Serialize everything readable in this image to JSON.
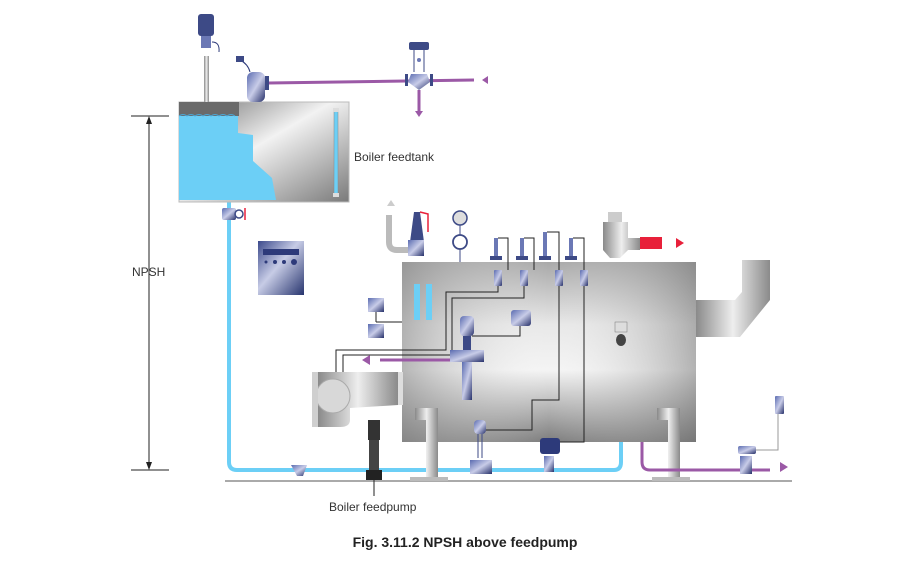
{
  "labels": {
    "feedtank": "Boiler feedtank",
    "feedpump": "Boiler feedpump",
    "npsh": "NPSH"
  },
  "caption": "Fig. 3.11.2 NPSH above feedpump",
  "colors": {
    "water": "#6ccff6",
    "steam_line": "#9b59a6",
    "blowdown": "#e8203a",
    "vessel_grey": "#9a9a9a",
    "instrument_blue": "#2d3a7a"
  }
}
